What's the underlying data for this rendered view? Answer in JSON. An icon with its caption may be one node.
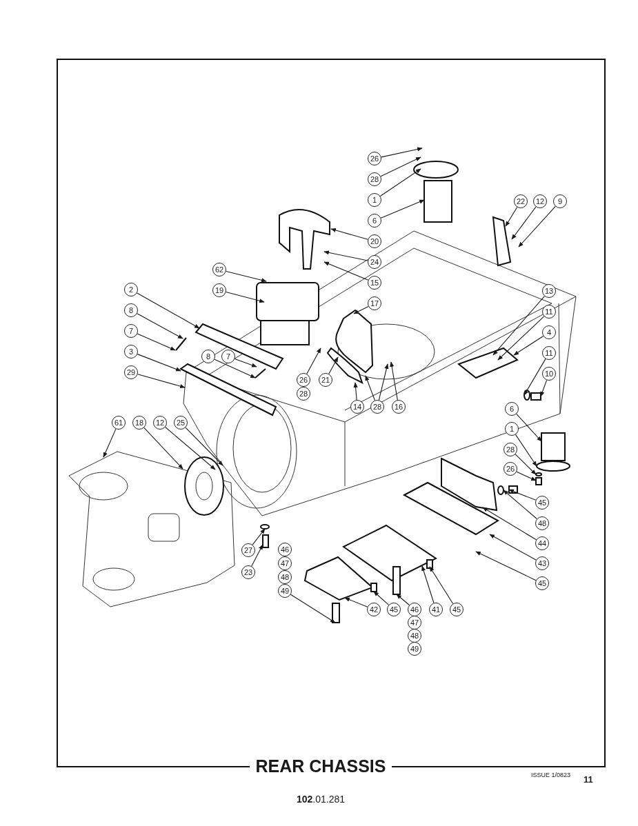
{
  "diagram": {
    "title": "REAR CHASSIS",
    "nodes": [
      {
        "text": [
          "26"
        ]
      },
      {
        "text": [
          "28"
        ]
      },
      {
        "text": [
          "1"
        ]
      },
      {
        "text": [
          "6"
        ]
      },
      {
        "text": [
          "20"
        ]
      },
      {
        "text": [
          "24"
        ]
      },
      {
        "text": [
          "15"
        ]
      },
      {
        "text": [
          "22"
        ]
      },
      {
        "text": [
          "12"
        ]
      },
      {
        "text": [
          "9"
        ]
      },
      {
        "text": [
          "62"
        ]
      },
      {
        "text": [
          "19"
        ]
      },
      {
        "text": [
          "2"
        ]
      },
      {
        "text": [
          "17"
        ]
      },
      {
        "text": [
          "8"
        ]
      },
      {
        "text": [
          "7"
        ]
      },
      {
        "text": [
          "13"
        ]
      },
      {
        "text": [
          "11"
        ]
      },
      {
        "text": [
          "4"
        ]
      },
      {
        "text": [
          "3"
        ]
      },
      {
        "text": [
          "8"
        ]
      },
      {
        "text": [
          "7"
        ]
      },
      {
        "text": [
          "29"
        ]
      },
      {
        "text": [
          "26"
        ]
      },
      {
        "text": [
          "28"
        ]
      },
      {
        "text": [
          "21"
        ]
      },
      {
        "text": [
          "14"
        ]
      },
      {
        "text": [
          "28"
        ]
      },
      {
        "text": [
          "16"
        ]
      },
      {
        "text": [
          "11"
        ]
      },
      {
        "text": [
          "10"
        ]
      },
      {
        "text": [
          "6"
        ]
      },
      {
        "text": [
          "1"
        ]
      },
      {
        "text": [
          "28"
        ]
      },
      {
        "text": [
          "26"
        ]
      },
      {
        "text": [
          "61"
        ]
      },
      {
        "text": [
          "18"
        ]
      },
      {
        "text": [
          "12"
        ]
      },
      {
        "text": [
          "25"
        ]
      },
      {
        "text": [
          "45"
        ]
      },
      {
        "text": [
          "48"
        ]
      },
      {
        "text": [
          "44"
        ]
      },
      {
        "text": [
          "27"
        ]
      },
      {
        "text": [
          "43"
        ]
      },
      {
        "text": [
          "23"
        ]
      },
      {
        "text": [
          "45"
        ]
      },
      {
        "text": [
          "46"
        ]
      },
      {
        "text": [
          "47"
        ]
      },
      {
        "text": [
          "48"
        ]
      },
      {
        "text": [
          "49"
        ]
      },
      {
        "text": [
          "42"
        ]
      },
      {
        "text": [
          "45"
        ]
      },
      {
        "text": [
          "46"
        ]
      },
      {
        "text": [
          "41"
        ]
      },
      {
        "text": [
          "45"
        ]
      },
      {
        "text": [
          "47"
        ]
      },
      {
        "text": [
          "48"
        ]
      },
      {
        "text": [
          "49"
        ]
      },
      {
        "text": [],
        "shape": "circle"
      },
      {
        "text": [],
        "shape": "circle"
      },
      {
        "text": [],
        "shape": "circle"
      },
      {
        "text": [],
        "shape": "box"
      },
      {
        "text": [],
        "shape": "box"
      },
      {
        "text": [],
        "shape": "box"
      },
      {
        "text": [],
        "shape": "box"
      },
      {
        "text": [],
        "shape": "box"
      },
      {
        "text": [],
        "shape": "box"
      },
      {
        "text": [],
        "shape": "circle"
      },
      {
        "text": [],
        "shape": "circle"
      }
    ],
    "edges": [
      {
        "from": 0,
        "to": null,
        "arrow": "to"
      },
      {
        "from": 1,
        "to": null,
        "arrow": "to"
      },
      {
        "from": 2,
        "to": null,
        "arrow": "to"
      },
      {
        "from": 3,
        "to": null,
        "arrow": "to"
      },
      {
        "from": 4,
        "to": null,
        "arrow": "to"
      },
      {
        "from": 5,
        "to": null,
        "arrow": "to"
      },
      {
        "from": 6,
        "to": null,
        "arrow": "to"
      },
      {
        "from": 7,
        "to": null,
        "arrow": "to"
      },
      {
        "from": 8,
        "to": null,
        "arrow": "to"
      },
      {
        "from": 9,
        "to": null,
        "arrow": "to"
      },
      {
        "from": 10,
        "to": null,
        "arrow": "to"
      },
      {
        "from": 11,
        "to": null,
        "arrow": "to"
      },
      {
        "from": 12,
        "to": null,
        "arrow": "to"
      },
      {
        "from": 13,
        "to": null,
        "arrow": "to"
      },
      {
        "from": 14,
        "to": null,
        "arrow": "to"
      },
      {
        "from": 15,
        "to": null,
        "arrow": "to"
      },
      {
        "from": 16,
        "to": null,
        "arrow": "to"
      },
      {
        "from": 17,
        "to": null,
        "arrow": "to"
      },
      {
        "from": 18,
        "to": null,
        "arrow": "to"
      },
      {
        "from": 19,
        "to": null,
        "arrow": "to"
      },
      {
        "from": 20,
        "to": null,
        "arrow": "to"
      },
      {
        "from": 21,
        "to": null,
        "arrow": "to"
      },
      {
        "from": 22,
        "to": null,
        "arrow": "to"
      },
      {
        "from": 23,
        "to": null,
        "arrow": "to"
      },
      {
        "from": 25,
        "to": null,
        "arrow": "to"
      },
      {
        "from": 26,
        "to": null,
        "arrow": "to"
      },
      {
        "from": 27,
        "to": null,
        "arrow": "to"
      },
      {
        "from": 27,
        "to": null,
        "arrow": "to"
      },
      {
        "from": 28,
        "to": null,
        "arrow": "to"
      },
      {
        "from": 29,
        "to": 58,
        "arrow": "to"
      },
      {
        "from": 30,
        "to": 66,
        "arrow": "to"
      },
      {
        "from": 31,
        "to": null,
        "arrow": "to"
      },
      {
        "from": 32,
        "to": 59,
        "arrow": "to"
      },
      {
        "from": 33,
        "to": 60,
        "arrow": "to"
      },
      {
        "from": 34,
        "to": 61,
        "arrow": "to"
      },
      {
        "from": 35,
        "to": null,
        "arrow": "to"
      },
      {
        "from": 36,
        "to": null,
        "arrow": "to"
      },
      {
        "from": 37,
        "to": null,
        "arrow": "to"
      },
      {
        "from": 38,
        "to": null,
        "arrow": "to"
      },
      {
        "from": 39,
        "to": 62,
        "arrow": "to"
      },
      {
        "from": 40,
        "to": 67,
        "arrow": "to"
      },
      {
        "from": 41,
        "to": null,
        "arrow": "to"
      },
      {
        "from": 42,
        "to": 68,
        "arrow": "to"
      },
      {
        "from": 43,
        "to": null,
        "arrow": "to"
      },
      {
        "from": 44,
        "to": 63,
        "arrow": "to"
      },
      {
        "from": 45,
        "to": null,
        "arrow": "to"
      },
      {
        "from": 49,
        "to": null,
        "arrow": "to"
      },
      {
        "from": 50,
        "to": null,
        "arrow": "to"
      },
      {
        "from": 51,
        "to": 64,
        "arrow": "to"
      },
      {
        "from": 52,
        "to": 65,
        "arrow": "to"
      },
      {
        "from": 53,
        "to": null,
        "arrow": "to"
      },
      {
        "from": 54,
        "to": null,
        "arrow": "to"
      }
    ],
    "labels": [
      "ISSUE 1/0823",
      "11",
      "**102**.01.281"
    ]
  }
}
